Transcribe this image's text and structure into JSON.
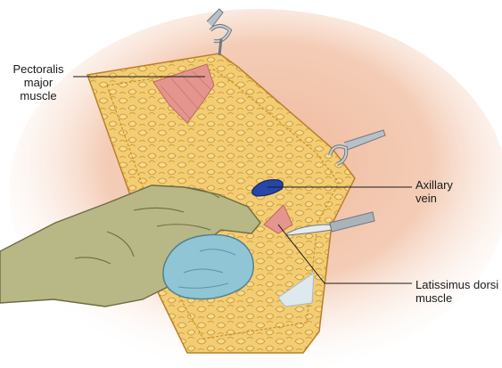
{
  "labels": {
    "pectoralis": "Pectoralis\nmajor\nmuscle",
    "axillary_vein": "Axillary\nvein",
    "latissimus": "Latissimus dorsi\nmuscle"
  },
  "colors": {
    "skin": "#f2c9b2",
    "fat": "#f2c86a",
    "fat_outline": "#c9912c",
    "muscle": "#e3958e",
    "vein": "#2746a8",
    "glove": "#b8b886",
    "sponge": "#8fc5d4",
    "steel": "#9aa3ab"
  },
  "icons": [
    "retractor-icon",
    "scalpel-icon",
    "gloved-hand-icon",
    "sponge-icon"
  ]
}
